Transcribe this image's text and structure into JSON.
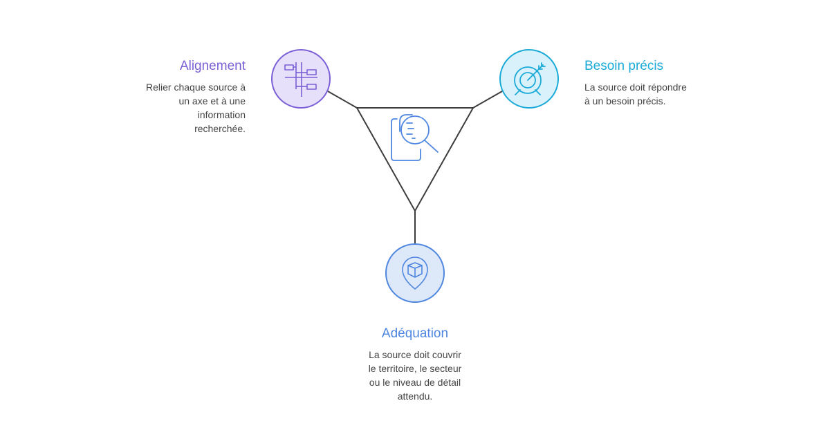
{
  "nodes": {
    "alignement": {
      "title": "Alignement",
      "description": "Relier chaque source à un axe et à une information recherchée.",
      "icon": "hierarchy-icon",
      "color": "#7b5fd6",
      "fill": "#e6e0fb"
    },
    "besoin": {
      "title": "Besoin précis",
      "description": "La source doit répondre à un besoin précis.",
      "icon": "target-icon",
      "color": "#1aaad8",
      "fill": "#d9f1fa"
    },
    "adequation": {
      "title": "Adéquation",
      "description": "La source doit couvrir le territoire, le secteur ou le niveau de détail attendu.",
      "icon": "location-book-icon",
      "color": "#4e86e0",
      "fill": "#dde8f9"
    },
    "center": {
      "icon": "document-search-icon"
    }
  }
}
